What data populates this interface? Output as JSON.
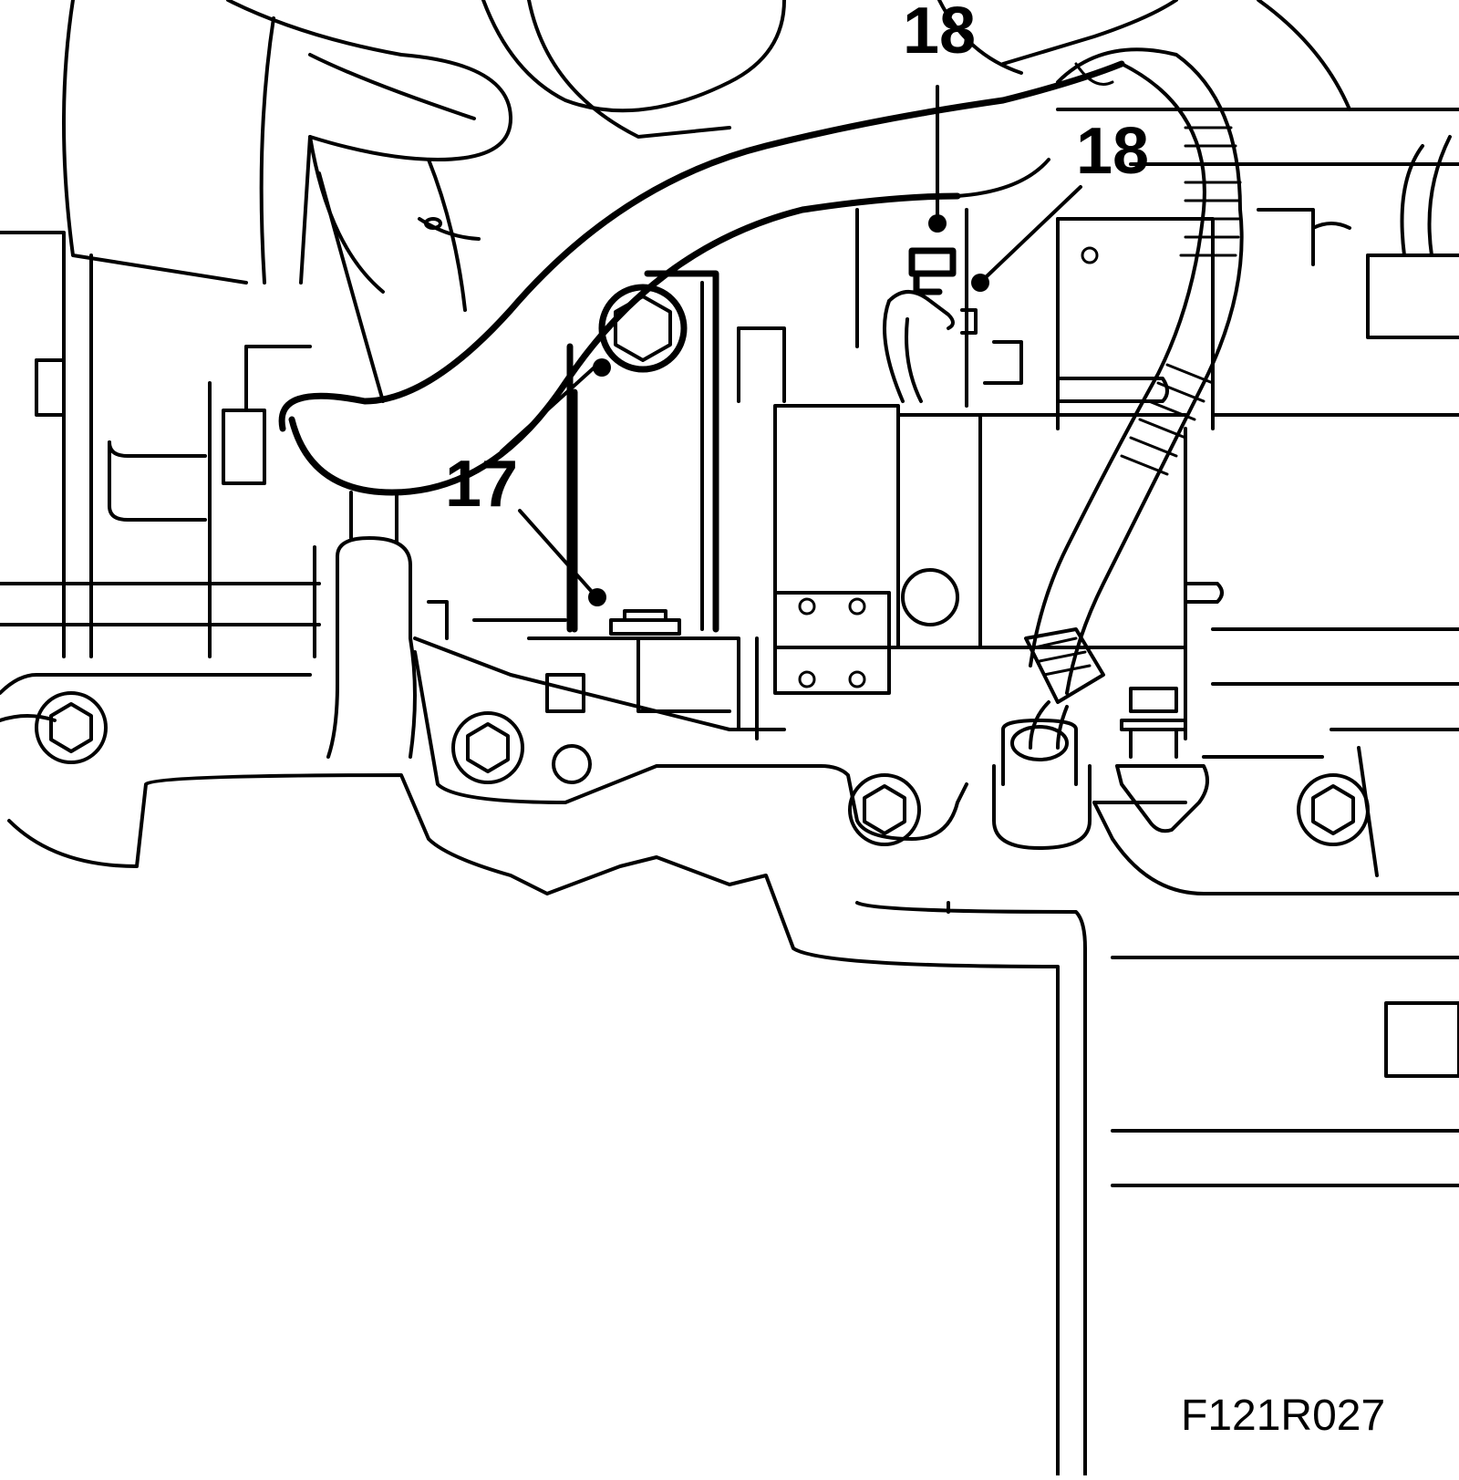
{
  "callouts": {
    "label_17": "17",
    "label_18_top": "18",
    "label_18_right": "18"
  },
  "figure_code": "F121R027",
  "colors": {
    "line": "#000000",
    "background": "#ffffff"
  }
}
